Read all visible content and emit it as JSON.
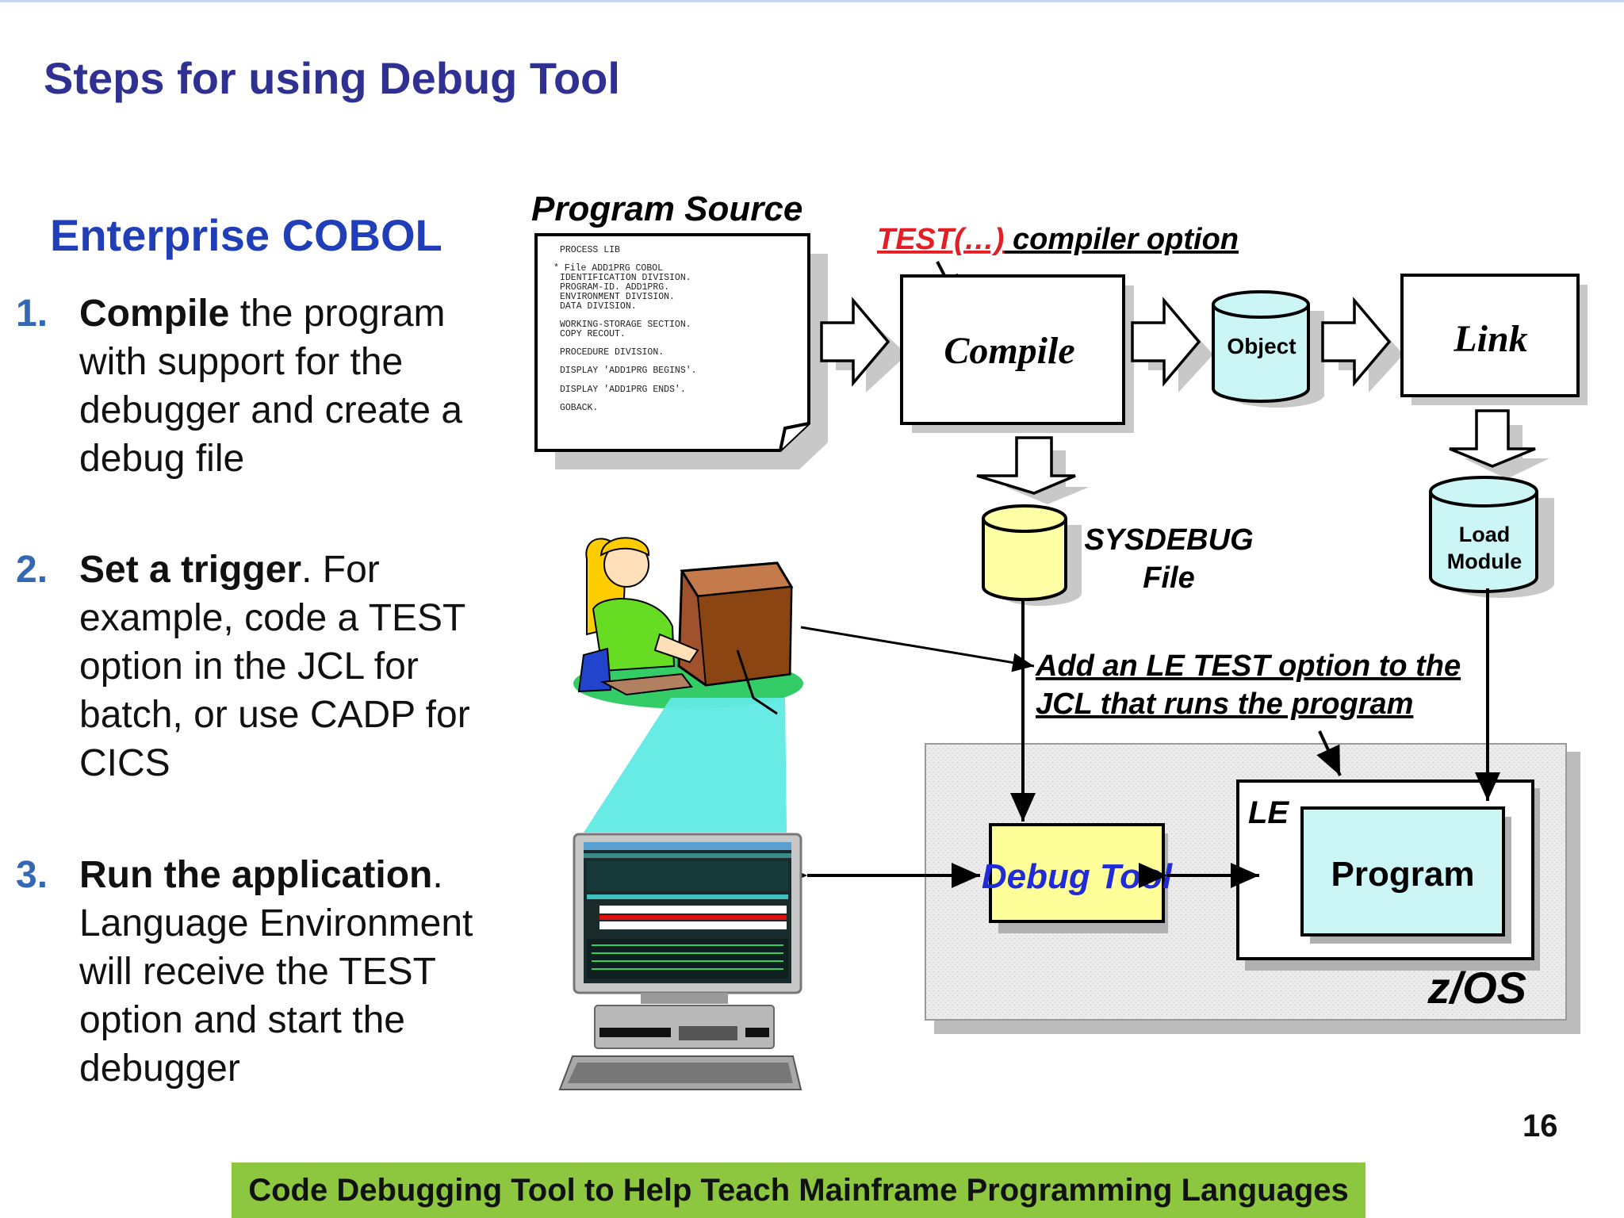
{
  "slide": {
    "title": "Steps for using Debug Tool",
    "subtitle": "Enterprise COBOL",
    "page_number": "16",
    "footer": "Code Debugging Tool to Help Teach Mainframe Programming Languages"
  },
  "steps": [
    {
      "number": "1.",
      "bold": "Compile",
      "rest": " the program with support for the debugger and create a debug file"
    },
    {
      "number": "2.",
      "bold": "Set a trigger",
      "rest": ". For example, code a TEST option in the JCL for batch, or use CADP for CICS"
    },
    {
      "number": "3.",
      "bold": "Run the application",
      "rest": ". Language Environment will receive the TEST option and start the debugger"
    }
  ],
  "diagram": {
    "program_source_label": "Program Source",
    "source_lines": [
      "PROCESS LIB",
      "* File ADD1PRG  COBOL",
      "IDENTIFICATION DIVISION.",
      "  PROGRAM-ID.    ADD1PRG.",
      "ENVIRONMENT DIVISION.",
      "DATA DIVISION.",
      "WORKING-STORAGE SECTION.",
      "  COPY RECOUT.",
      "PROCEDURE DIVISION.",
      "      DISPLAY 'ADD1PRG BEGINS'.",
      "      DISPLAY 'ADD1PRG ENDS'.",
      "      GOBACK."
    ],
    "test_option": "TEST(…)",
    "compiler_option": " compiler option",
    "compile": "Compile",
    "object": "Object",
    "link": "Link",
    "load_module_line1": "Load",
    "load_module_line2": "Module",
    "sysdebug_line1": "SYSDEBUG",
    "sysdebug_line2": "File",
    "le_test_line1": "Add an LE TEST option to the",
    "le_test_line2": "JCL that runs the program",
    "le": "LE",
    "program": "Program",
    "debug_tool": "Debug Tool",
    "zos": "z/OS"
  },
  "colors": {
    "title": "#2e3192",
    "subtitle": "#1f3eb8",
    "number": "#3568b4",
    "footer_bg": "#8dc63f",
    "cyan_box": "#ccf6f6",
    "yellow_box": "#ffff99",
    "db_yellow": "#ffffa6",
    "test_red": "#e31e24"
  }
}
